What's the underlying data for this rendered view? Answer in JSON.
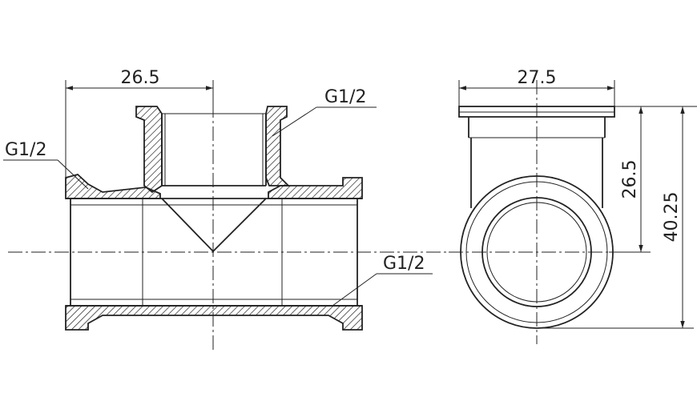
{
  "drawing": {
    "front_view": {
      "dim_width": "26.5",
      "thread_top": "G1/2",
      "thread_left": "G1/2",
      "thread_right": "G1/2"
    },
    "side_view": {
      "dim_width": "27.5",
      "dim_height_short": "26.5",
      "dim_height_total": "40.25"
    },
    "line_color": "#222222",
    "background": "#ffffff"
  }
}
